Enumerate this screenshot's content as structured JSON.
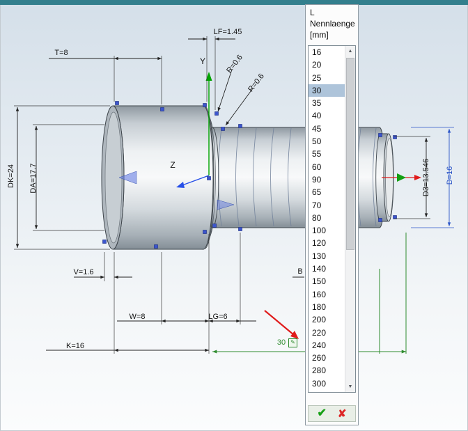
{
  "app": {
    "top_bar_color": "#337f8d"
  },
  "canvas": {
    "axis_labels": {
      "y": "Y",
      "z": "Z"
    },
    "dimensions": {
      "T": "T=8",
      "LF": "LF=1.45",
      "R1": "R=0.6",
      "R2": "R=0.6",
      "DK": "DK=24",
      "DA": "DA=17.7",
      "V": "V=1.6",
      "W": "W=8",
      "LG": "LG=6",
      "K": "K=16",
      "B": "B",
      "D3": "D3=13.546",
      "D": "D=16"
    },
    "edit_value": "30",
    "edit_icon": "✎",
    "colors": {
      "dimension": "#141414",
      "dimension_selected": "#2b55c8",
      "edit_green": "#2e8b2e",
      "annotation_red": "#e01b1b"
    }
  },
  "panel": {
    "header": {
      "line1": "L",
      "line2": "Nennlaenge",
      "line3": "[mm]"
    },
    "values": [
      "16",
      "20",
      "25",
      "30",
      "35",
      "40",
      "45",
      "50",
      "55",
      "60",
      "90",
      "65",
      "70",
      "80",
      "100",
      "120",
      "130",
      "140",
      "150",
      "160",
      "180",
      "200",
      "220",
      "240",
      "260",
      "280",
      "300"
    ],
    "selected_value": "30",
    "scrollbar": {
      "up_icon": "▲",
      "down_icon": "▼"
    },
    "footer": {
      "ok_icon": "✔",
      "cancel_icon": "✘"
    }
  }
}
